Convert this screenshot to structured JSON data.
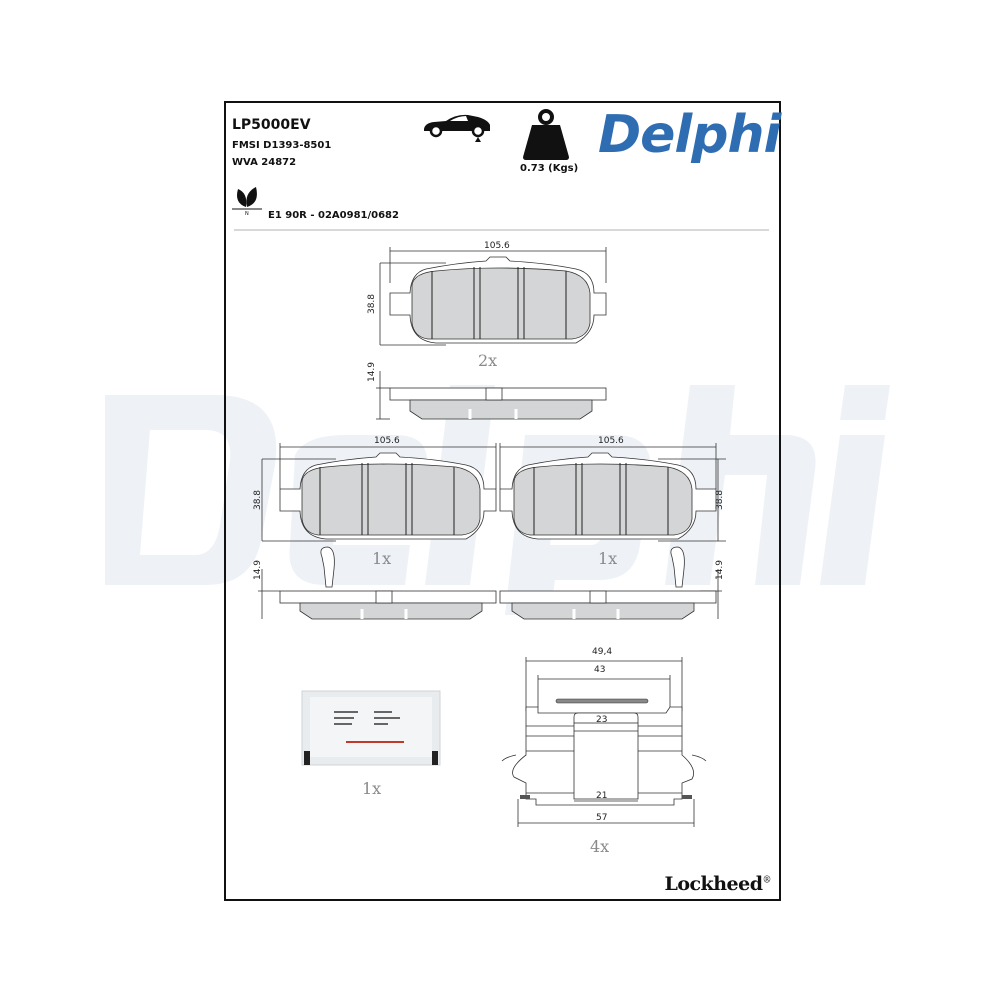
{
  "header": {
    "part_number": "LP5000EV",
    "fmsi": "FMSI D1393-8501",
    "wva": "WVA 24872",
    "ece_approval": "E1 90R - 02A0981/0682",
    "weight": "0.73 (Kgs)",
    "brand": "Delphi",
    "icons": [
      "car-rear-axle-icon",
      "weight-icon",
      "eco-leaf-icon"
    ]
  },
  "colors": {
    "brand_blue": "#2f6db3",
    "watermark": "#eef2f7",
    "pad_fill": "#d3d5d6",
    "line": "#333333"
  },
  "drawings": {
    "pad_top": {
      "width": "105.6",
      "height": "38.8",
      "thickness": "14.9",
      "quantity": "2x"
    },
    "pad_left": {
      "width": "105.6",
      "height": "38.8",
      "thickness": "14.9",
      "quantity": "1x"
    },
    "pad_right": {
      "width": "105.6",
      "height": "38.8",
      "thickness": "14.9",
      "quantity": "1x"
    },
    "grease_sachet": {
      "quantity": "1x"
    },
    "clip": {
      "dim_top": "49,4",
      "dim_upper": "43",
      "dim_mid": "23",
      "dim_lower": "21",
      "dim_bottom": "57",
      "quantity": "4x"
    }
  },
  "footer": {
    "brand": "Lockheed",
    "registered": "®"
  }
}
